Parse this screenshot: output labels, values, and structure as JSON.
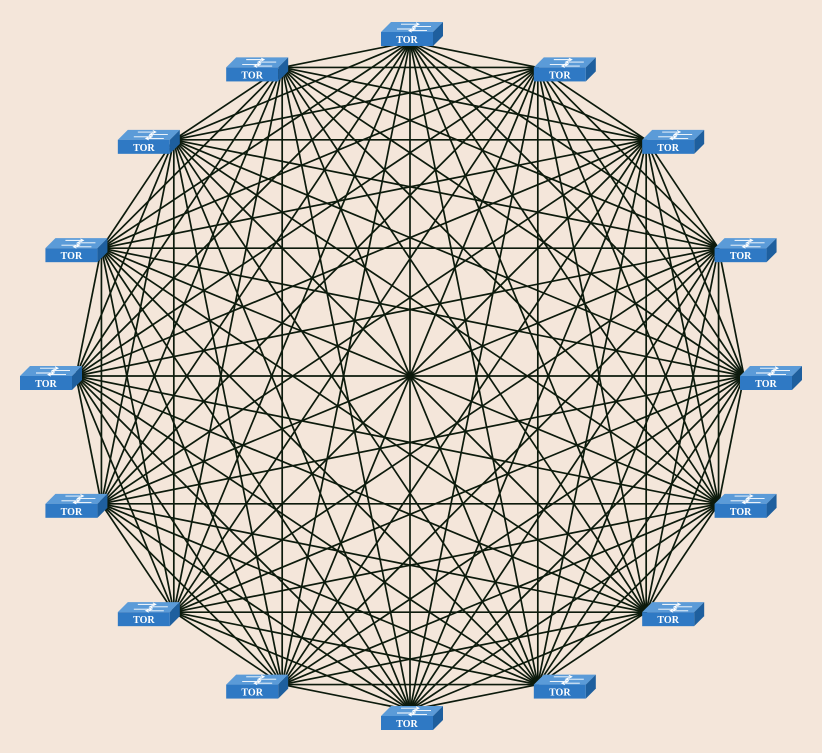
{
  "diagram": {
    "topology": "full-mesh",
    "link_color": "#0c1a0c",
    "switch_colors": {
      "top": "#5b9bd8",
      "front": "#2f79c4",
      "side": "#1e5f9e",
      "arrow": "#ffffff"
    },
    "nodes": [
      {
        "label": "TOR"
      },
      {
        "label": "TOR"
      },
      {
        "label": "TOR"
      },
      {
        "label": "TOR"
      },
      {
        "label": "TOR"
      },
      {
        "label": "TOR"
      },
      {
        "label": "TOR"
      },
      {
        "label": "TOR"
      },
      {
        "label": "TOR"
      },
      {
        "label": "TOR"
      },
      {
        "label": "TOR"
      },
      {
        "label": "TOR"
      },
      {
        "label": "TOR"
      },
      {
        "label": "TOR"
      },
      {
        "label": "TOR"
      },
      {
        "label": "TOR"
      }
    ]
  }
}
